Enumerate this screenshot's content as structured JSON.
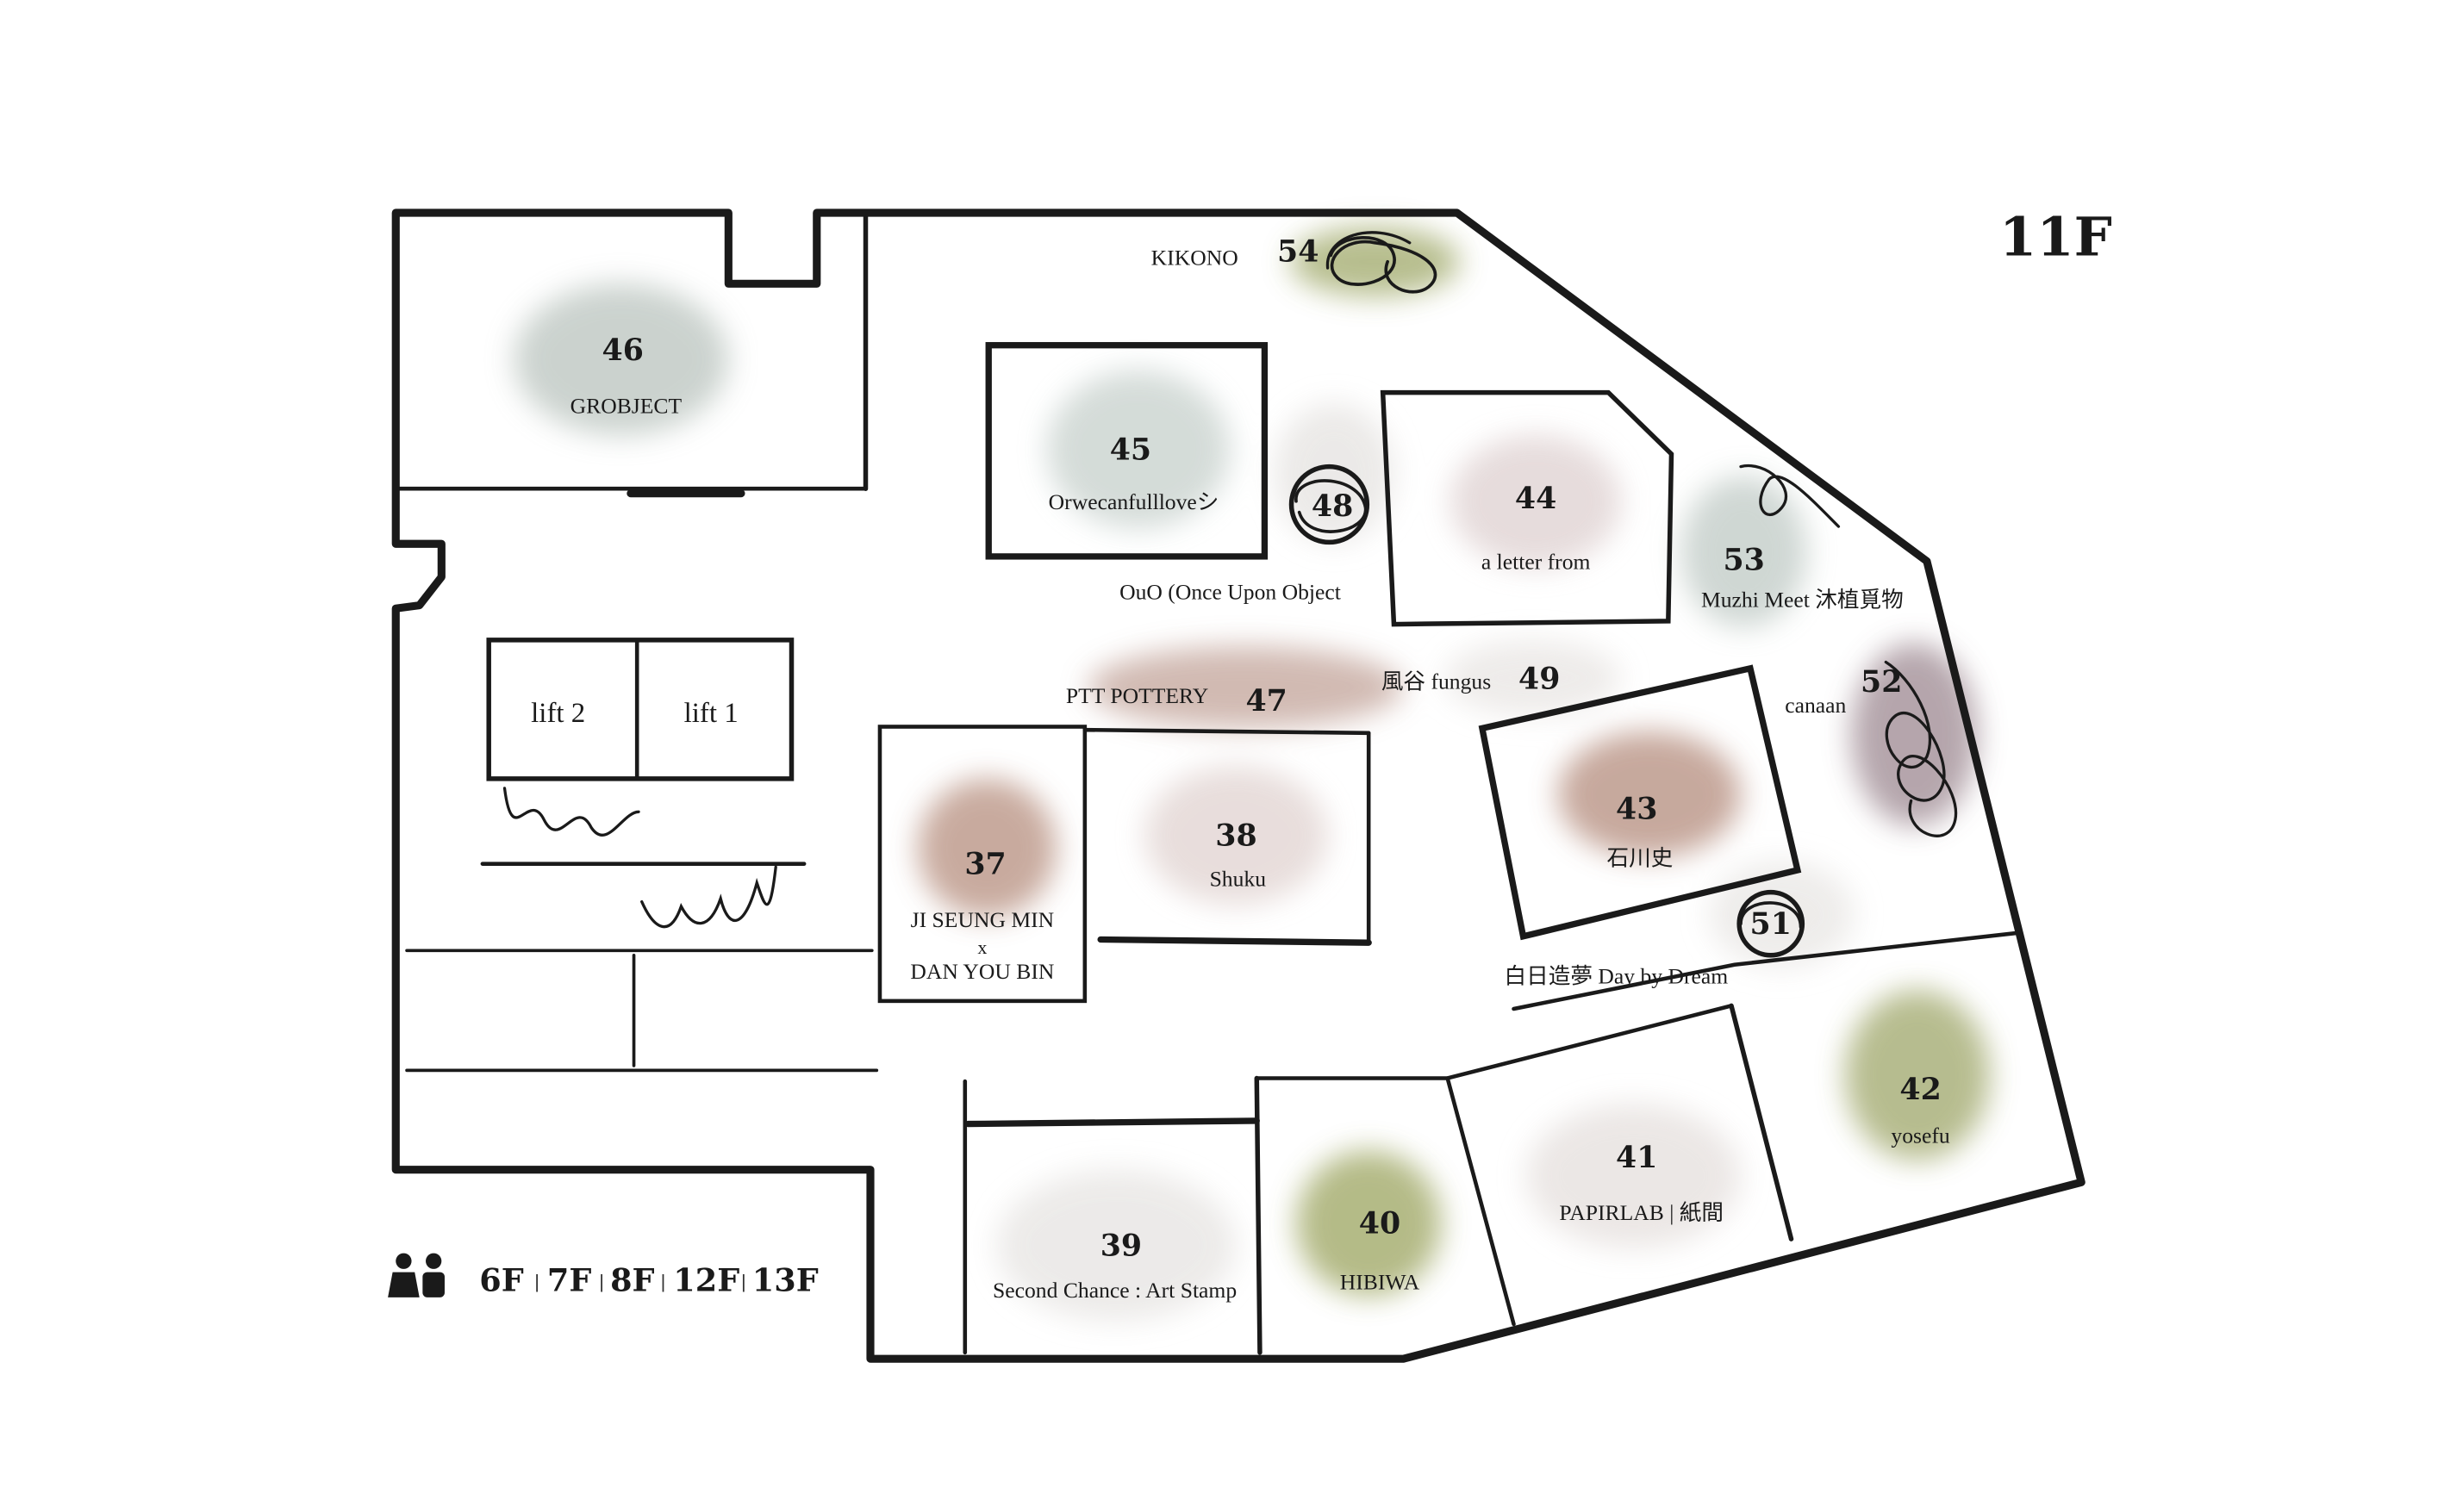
{
  "floor": "11F",
  "colors": {
    "ink": "#1a1a1a",
    "grey": "#c2cbc6",
    "sage": "#9aa866",
    "rose": "#c3a79f",
    "mauve": "#9d8a93",
    "brown": "#b49081",
    "pale": "#e6e2e0"
  },
  "booths": [
    {
      "id": "46",
      "number": "46",
      "name": "GROBJECT"
    },
    {
      "id": "45",
      "number": "45",
      "name": "Orwecanfullloveシ"
    },
    {
      "id": "48",
      "number": "48",
      "name": "OuO (Once Upon Object"
    },
    {
      "id": "44",
      "number": "44",
      "name": "a letter from"
    },
    {
      "id": "53",
      "number": "53",
      "name": "Muzhi Meet 沐植覓物"
    },
    {
      "id": "54",
      "number": "54",
      "name": "KIKONO"
    },
    {
      "id": "47",
      "number": "47",
      "name": "PTT POTTERY"
    },
    {
      "id": "49",
      "number": "49",
      "name": "風谷 fungus"
    },
    {
      "id": "52",
      "number": "52",
      "name": "canaan"
    },
    {
      "id": "43",
      "number": "43",
      "name": "石川史"
    },
    {
      "id": "51",
      "number": "51",
      "name": "白日造夢 Day by Dream"
    },
    {
      "id": "38",
      "number": "38",
      "name": "Shuku"
    },
    {
      "id": "37",
      "number": "37",
      "name_line1": "JI SEUNG MIN",
      "name_line2": "x",
      "name_line3": "DAN YOU BIN"
    },
    {
      "id": "39",
      "number": "39",
      "name": "Second Chance : Art Stamp"
    },
    {
      "id": "40",
      "number": "40",
      "name": "HIBIWA"
    },
    {
      "id": "41",
      "number": "41",
      "name": "PAPIRLAB | 紙間"
    },
    {
      "id": "42",
      "number": "42",
      "name": "yosefu"
    }
  ],
  "lifts": [
    {
      "label": "lift 2"
    },
    {
      "label": "lift 1"
    }
  ],
  "floor_links": [
    "6F",
    "7F",
    "8F",
    "12F",
    "13F"
  ],
  "legend_icon": "restroom-icon"
}
